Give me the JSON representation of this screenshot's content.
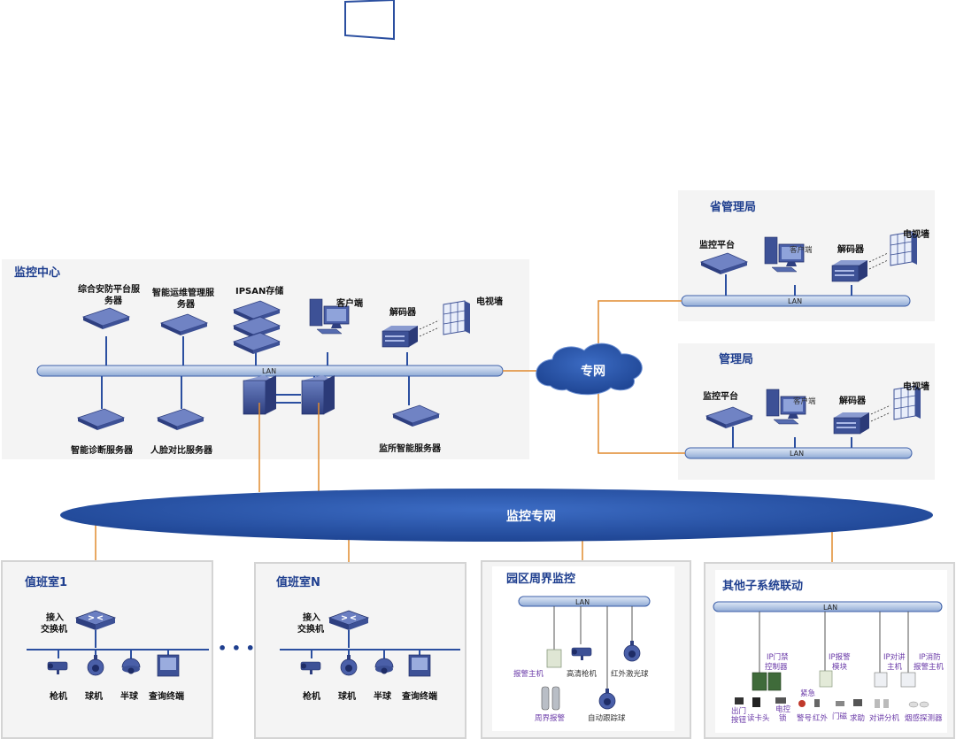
{
  "colors": {
    "zone_bg": "#f2f2f2",
    "zone_border": "#d4d4d4",
    "lan_fill": "#b9cbe6",
    "lan_stroke": "#3b5ea8",
    "link_orange": "#e08a2e",
    "link_blue": "#2b4fa0",
    "cloud": "#1f4ba0",
    "device": "#3d5196",
    "title_blue": "#1f3f8f"
  },
  "lan_label": "LAN",
  "center": {
    "title": "监控中心",
    "integrated_server_l1": "综合安防平台服",
    "integrated_server_l2": "务器",
    "ops_server_l1": "智能运维管理服",
    "ops_server_l2": "务器",
    "ipsan": "IPSAN存储",
    "client": "客户端",
    "decoder": "解码器",
    "tv_wall": "电视墙",
    "diag_server": "智能诊断服务器",
    "face_server": "人脸对比服务器",
    "site_server": "监所智能服务器"
  },
  "private_net": "专网",
  "monitor_net": "监控专网",
  "province": {
    "title": "省管理局",
    "platform": "监控平台",
    "client": "客户端",
    "decoder": "解码器",
    "tv_wall": "电视墙"
  },
  "bureau": {
    "title": "管理局",
    "platform": "监控平台",
    "client": "客户端",
    "decoder": "解码器",
    "tv_wall": "电视墙"
  },
  "duty1": {
    "title": "值班室1",
    "switch_l1": "接入",
    "switch_l2": "交换机",
    "gun": "枪机",
    "dome": "球机",
    "half": "半球",
    "terminal": "查询终端"
  },
  "dutyN": {
    "title": "值班室N",
    "switch_l1": "接入",
    "switch_l2": "交换机",
    "gun": "枪机",
    "dome": "球机",
    "half": "半球",
    "terminal": "查询终端"
  },
  "ellipsis": "• • •",
  "perimeter": {
    "title": "园区周界监控",
    "alarm_host": "报警主机",
    "hd_cam": "高清枪机",
    "ir_dome": "红外激光球",
    "perimeter_alarm": "周界报警",
    "auto_track": "自动跟踪球"
  },
  "subsystems": {
    "title": "其他子系统联动",
    "ip_door_l1": "IP门禁",
    "ip_door_l2": "控制器",
    "ip_alarm_l1": "IP报警",
    "ip_alarm_l2": "模块",
    "ip_intercom_l1": "IP对讲",
    "ip_intercom_l2": "主机",
    "ip_fire_l1": "IP消防",
    "ip_fire_l2": "报警主机",
    "exit_btn_l1": "出门",
    "exit_btn_l2": "按钮",
    "card_reader": "读卡头",
    "lock_l1": "电控",
    "lock_l2": "锁",
    "emergency": "紧急",
    "siren": "警号",
    "infrared": "红外",
    "door_mag": "门磁",
    "help": "求助",
    "intercom_ext": "对讲分机",
    "smoke": "烟感探测器"
  }
}
